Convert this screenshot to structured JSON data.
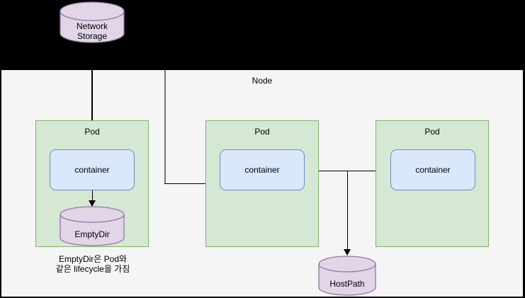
{
  "colors": {
    "background": "#000000",
    "node_fill": "#f5f5f5",
    "pod_fill": "#d5e8d4",
    "pod_stroke": "#82b366",
    "container_fill": "#dae8fc",
    "container_stroke": "#6c8ebf",
    "cylinder_fill": "#e1d5e7",
    "cylinder_stroke": "#9673a6",
    "connector": "#000000",
    "connector_gray": "#757575"
  },
  "node": {
    "label": "Node"
  },
  "pods": [
    {
      "label": "Pod",
      "container_label": "container"
    },
    {
      "label": "Pod",
      "container_label": "container"
    },
    {
      "label": "Pod",
      "container_label": "container"
    }
  ],
  "storage": {
    "network": {
      "label": "Network Storage"
    },
    "emptydir": {
      "label": "EmptyDir"
    },
    "hostpath": {
      "label": "HostPath"
    }
  },
  "caption": {
    "line1": "EmptyDir은 Pod와",
    "line2": "같은 lifecycle을 가짐"
  }
}
